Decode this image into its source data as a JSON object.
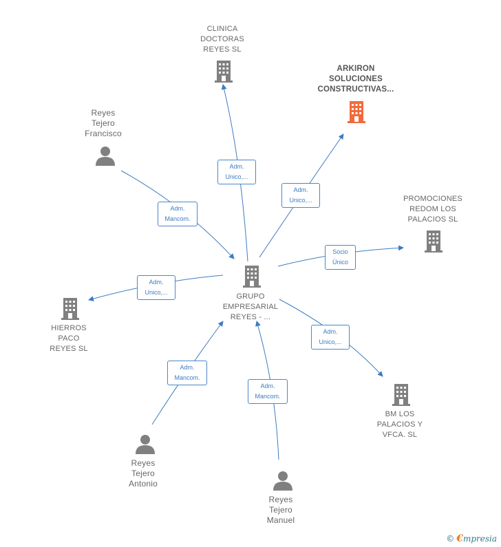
{
  "colors": {
    "edge": "#3d7cc0",
    "company": "#808080",
    "company_highlight": "#f26a3a",
    "person": "#808080"
  },
  "nodes": {
    "clinica": {
      "lines": [
        "CLINICA",
        "DOCTORAS",
        "REYES  SL"
      ],
      "icon": "building-icon"
    },
    "arkiron": {
      "lines": [
        "ARKIRON",
        "SOLUCIONES",
        "CONSTRUCTIVAS..."
      ],
      "icon": "building-icon"
    },
    "promociones": {
      "lines": [
        "PROMOCIONES",
        "REDOM LOS",
        "PALACIOS  SL"
      ],
      "icon": "building-icon"
    },
    "grupo": {
      "lines": [
        "GRUPO",
        "EMPRESARIAL",
        "REYES - ..."
      ],
      "icon": "building-icon"
    },
    "hierros": {
      "lines": [
        "HIERROS",
        "PACO",
        "REYES  SL"
      ],
      "icon": "building-icon"
    },
    "bm": {
      "lines": [
        "BM LOS",
        "PALACIOS Y",
        "VFCA.   SL"
      ],
      "icon": "building-icon"
    },
    "francisco": {
      "lines": [
        "Reyes",
        "Tejero",
        "Francisco"
      ],
      "icon": "person-icon"
    },
    "antonio": {
      "lines": [
        "Reyes",
        "Tejero",
        "Antonio"
      ],
      "icon": "person-icon"
    },
    "manuel": {
      "lines": [
        "Reyes",
        "Tejero",
        "Manuel"
      ],
      "icon": "person-icon"
    }
  },
  "edges": {
    "to_clinica": [
      "Adm.",
      "Unico,..."
    ],
    "to_arkiron": [
      "Adm.",
      "Unico,..."
    ],
    "from_francisco": [
      "Adm.",
      "Mancom."
    ],
    "to_promociones": [
      "Socio",
      "Único"
    ],
    "to_hierros": [
      "Adm.",
      "Unico,..."
    ],
    "to_bm": [
      "Adm.",
      "Unico,..."
    ],
    "from_antonio": [
      "Adm.",
      "Mancom."
    ],
    "from_manuel": [
      "Adm.",
      "Mancom."
    ]
  },
  "footer": {
    "copyright": "©",
    "brand_initial": "€",
    "brand_rest": "mpresia"
  }
}
